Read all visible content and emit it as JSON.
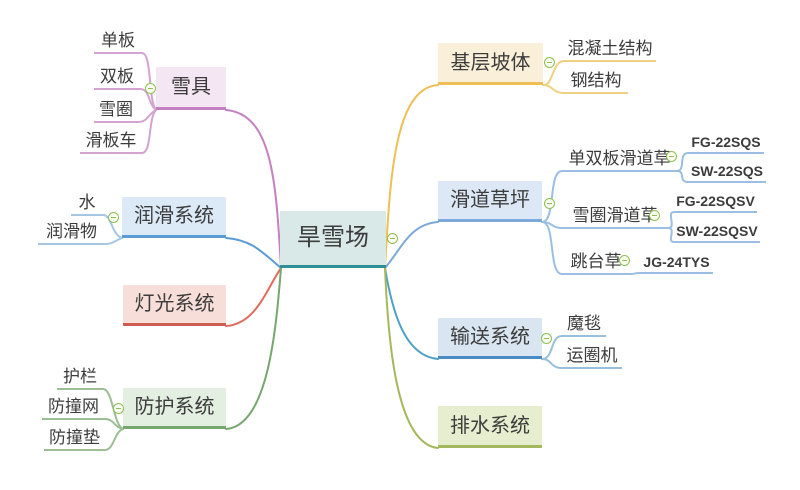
{
  "root": {
    "label": "旱雪场"
  },
  "branches": {
    "snow_gear": {
      "label": "雪具",
      "children": [
        "单板",
        "双板",
        "雪圈",
        "滑板车"
      ]
    },
    "lubrication": {
      "label": "润滑系统",
      "children": [
        "水",
        "润滑物"
      ]
    },
    "lighting": {
      "label": "灯光系统"
    },
    "protection": {
      "label": "防护系统",
      "children": [
        "护栏",
        "防撞网",
        "防撞垫"
      ]
    },
    "base_slope": {
      "label": "基层坡体",
      "children": [
        "混凝土结构",
        "钢结构"
      ]
    },
    "slide_turf": {
      "label": "滑道草坪",
      "children": [
        {
          "label": "单双板滑道草",
          "children": [
            "FG-22SQS",
            "SW-22SQS"
          ]
        },
        {
          "label": "雪圈滑道草",
          "children": [
            "FG-22SQSV",
            "SW-22SQSV"
          ]
        },
        {
          "label": "跳台草",
          "children": [
            "JG-24TYS"
          ]
        }
      ]
    },
    "conveyor": {
      "label": "输送系统",
      "children": [
        "魔毯",
        "运圈机"
      ]
    },
    "drainage": {
      "label": "排水系统"
    }
  },
  "icons": {
    "collapse": "minus-in-circle"
  },
  "colors": {
    "background": "#ffffff",
    "text": "#3c3c3c",
    "minus": "#8cc152",
    "teal": "#2e9094",
    "teal_fill": "#d8e9e7",
    "pink": "#c57fc2",
    "pink_light": "#d4a3d0",
    "pink_fill": "#f5e6f3",
    "blue": "#5b9bd5",
    "blue_light": "#a3c6e4",
    "blue_fill": "#dceaf8",
    "red": "#cd5c51",
    "red_curve": "#df6e5e",
    "red_fill": "#f8ded9",
    "green": "#76a76f",
    "green_light": "#9cbd95",
    "green_fill": "#e3efe1",
    "yellow": "#edbf55",
    "yellow_light": "#f0d183",
    "yellow_fill": "#faf0da",
    "sky": "#7da8da",
    "sky_light": "#9bbfe2",
    "sky_fill": "#dce8f5",
    "steel": "#4a8ac4",
    "steel_curve": "#4fa0c8",
    "steel_light": "#97c0da",
    "steel_fill": "#d9e6f2",
    "olive": "#a3b85a",
    "olive_fill": "#e7eecf"
  }
}
